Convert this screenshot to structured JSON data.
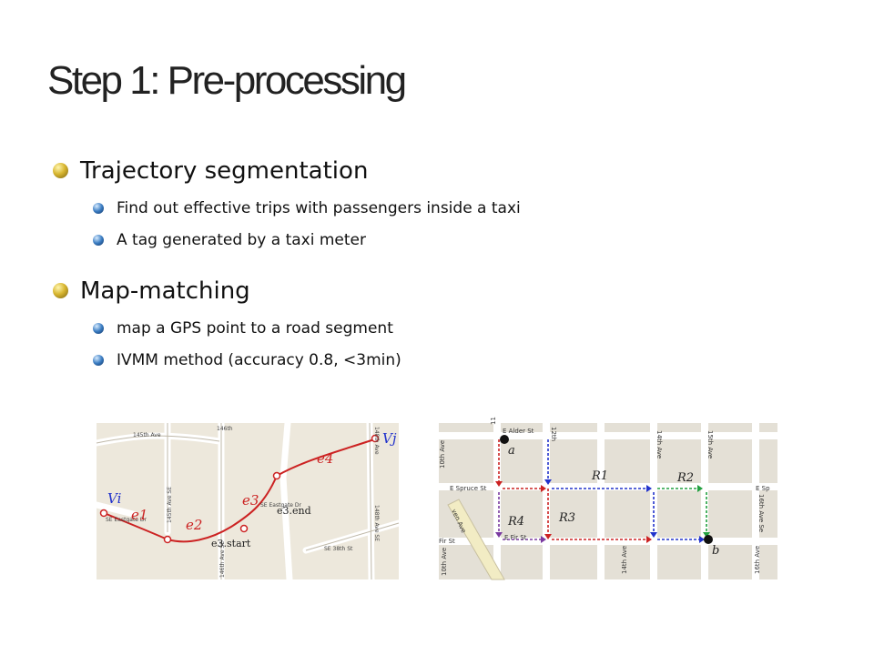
{
  "title": "Step 1: Pre-processing",
  "bullets": [
    {
      "label": "Trajectory segmentation",
      "subs": [
        "Find out effective trips with passengers inside a taxi",
        "A tag generated by a taxi meter"
      ]
    },
    {
      "label": "Map-matching",
      "subs": [
        "map a GPS point to a road segment",
        "IVMM method (accuracy 0.8, <3min)"
      ]
    }
  ],
  "left_map": {
    "street_labels": [
      "145th Ave",
      "146th",
      "145th Ave SE",
      "SE Eastgate Dr",
      "146th Ave SE",
      "SE Eastgate Dr",
      "SE 38th St",
      "148th Ave SE",
      "148th Ave"
    ],
    "labels": {
      "vi": "Vi",
      "vj": "Vj",
      "e1": "e1",
      "e2": "e2",
      "e3": "e3",
      "e4": "e4",
      "e3_end": "e3.end",
      "e3_start": "e3.start"
    }
  },
  "right_map": {
    "street_labels": [
      "E Alder St",
      "11",
      "12th",
      "10th Ave",
      "14th Ave",
      "15th Ave",
      "E Spruce St",
      "E Sp",
      "16th Ave Se",
      "E Fir St",
      "Fir St",
      "ven Ave",
      "10th Ave",
      "14th Ave",
      "16th Ave"
    ],
    "labels": {
      "a": "a",
      "b": "b",
      "r1": "R1",
      "r2": "R2",
      "r3": "R3",
      "r4": "R4"
    }
  },
  "colors": {
    "route_red": "#cc2222",
    "route_blue": "#2233cc",
    "route_green": "#22a040",
    "route_purple": "#7a3aa0"
  }
}
